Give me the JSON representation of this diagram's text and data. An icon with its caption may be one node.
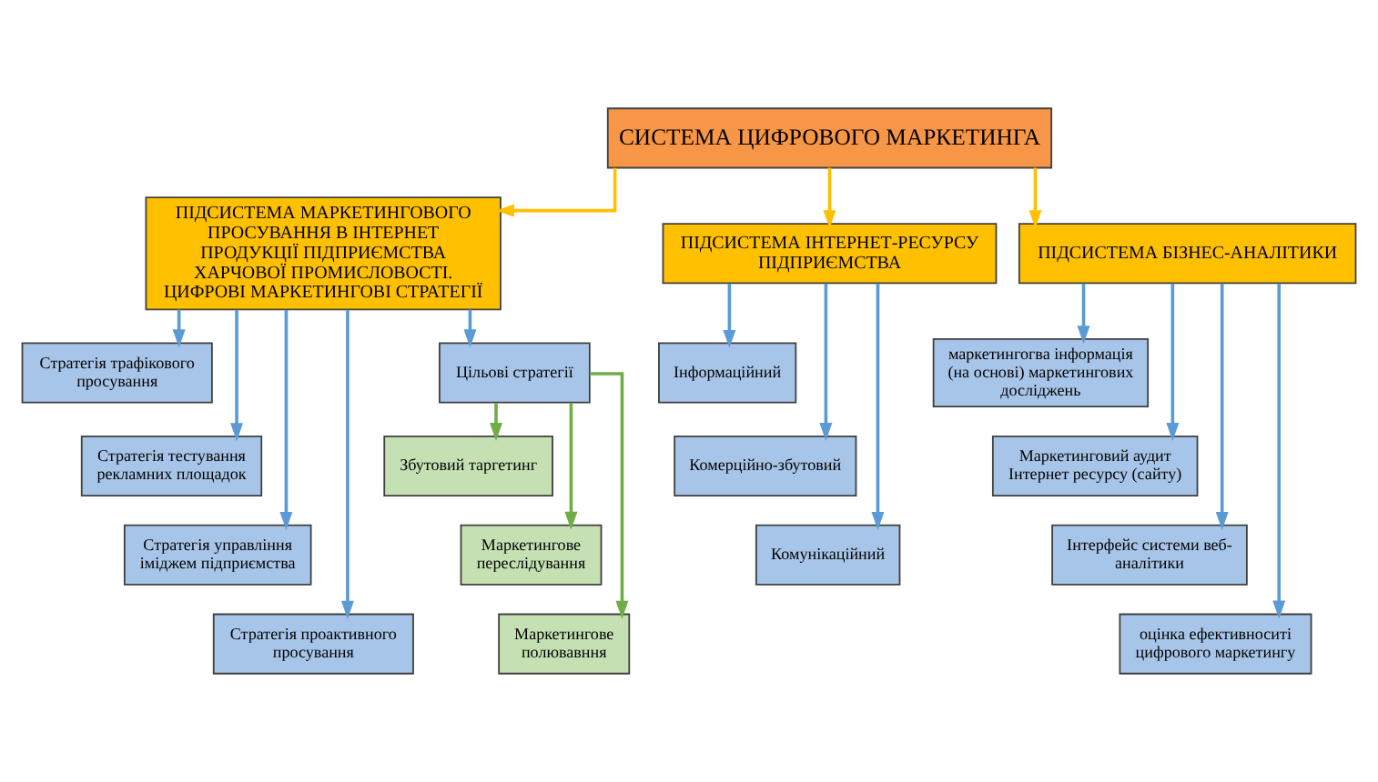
{
  "diagram": {
    "nodes": [
      {
        "text": [
          "СИСТЕМА ЦИФРОВОГО МАРКЕТИНГА"
        ]
      },
      {
        "text": [
          "ПІДСИСТЕМА МАРКЕТИНГОВОГО ПРОСУВАННЯ В ІНТЕРНЕТ ПРОДУКЦІЇ ПІДПРИЄМСТВА ХАРЧОВОЇ ПРОМИСЛОВОСТІ. ЦИФРОВІ МАРКЕТИНГОВІ СТРАТЕГІЇ"
        ]
      },
      {
        "text": [
          "ПІДСИСТЕМА ІНТЕРНЕТ-РЕСУРСУ ПІДПРИЄМСТВА"
        ]
      },
      {
        "text": [
          "ПІДСИСТЕМА БІЗНЕС-АНАЛІТИКИ"
        ]
      },
      {
        "text": [
          "Стратегія трафікового просування"
        ]
      },
      {
        "text": [
          "Стратегія тестування рекламних площадок"
        ]
      },
      {
        "text": [
          "Стратегія управління іміджем підприємства"
        ]
      },
      {
        "text": [
          "Стратегія проактивного просування"
        ]
      },
      {
        "text": [
          "Цільові стратегії"
        ]
      },
      {
        "text": [
          "Збутовий таргетинг"
        ]
      },
      {
        "text": [
          "Маркетингове переслідування"
        ]
      },
      {
        "text": [
          "Маркетингове полювавння"
        ]
      },
      {
        "text": [
          "Інформаційний"
        ]
      },
      {
        "text": [
          "Комерційно-збутовий"
        ]
      },
      {
        "text": [
          "Комунікаційний"
        ]
      },
      {
        "text": [
          "маркетингогва інформація (на основі) маркетингових досліджень"
        ]
      },
      {
        "text": [
          "Маркетинговий аудит Інтернет ресурсу (сайту)"
        ]
      },
      {
        "text": [
          "Інтерфейс системи веб-аналітики"
        ]
      },
      {
        "text": [
          "оцінка ефективноситі цифрового маркетингу"
        ]
      }
    ],
    "edges": [
      {
        "from": 0,
        "to": 1,
        "arrow": "to",
        "color": "#ffc000"
      },
      {
        "from": 0,
        "to": 2,
        "arrow": "to",
        "color": "#ffc000"
      },
      {
        "from": 0,
        "to": 3,
        "arrow": "to",
        "color": "#ffc000"
      },
      {
        "from": 1,
        "to": 4,
        "arrow": "to"
      },
      {
        "from": 1,
        "to": 8,
        "arrow": "to"
      },
      {
        "from": 1,
        "to": 5,
        "arrow": "to"
      },
      {
        "from": 1,
        "to": 6,
        "arrow": "to"
      },
      {
        "from": 1,
        "to": 7,
        "arrow": "to"
      },
      {
        "from": 8,
        "to": 9,
        "arrow": "to",
        "color": "#70ad47"
      },
      {
        "from": 8,
        "to": 10,
        "arrow": "to",
        "color": "#70ad47"
      },
      {
        "from": 8,
        "to": 11,
        "arrow": "to",
        "color": "#70ad47"
      },
      {
        "from": 2,
        "to": 12,
        "arrow": "to"
      },
      {
        "from": 2,
        "to": 13,
        "arrow": "to"
      },
      {
        "from": 2,
        "to": 14,
        "arrow": "to"
      },
      {
        "from": 3,
        "to": 15,
        "arrow": "to"
      },
      {
        "from": 3,
        "to": 16,
        "arrow": "to"
      },
      {
        "from": 3,
        "to": 17,
        "arrow": "to"
      },
      {
        "from": 3,
        "to": 18,
        "arrow": "to"
      }
    ]
  }
}
